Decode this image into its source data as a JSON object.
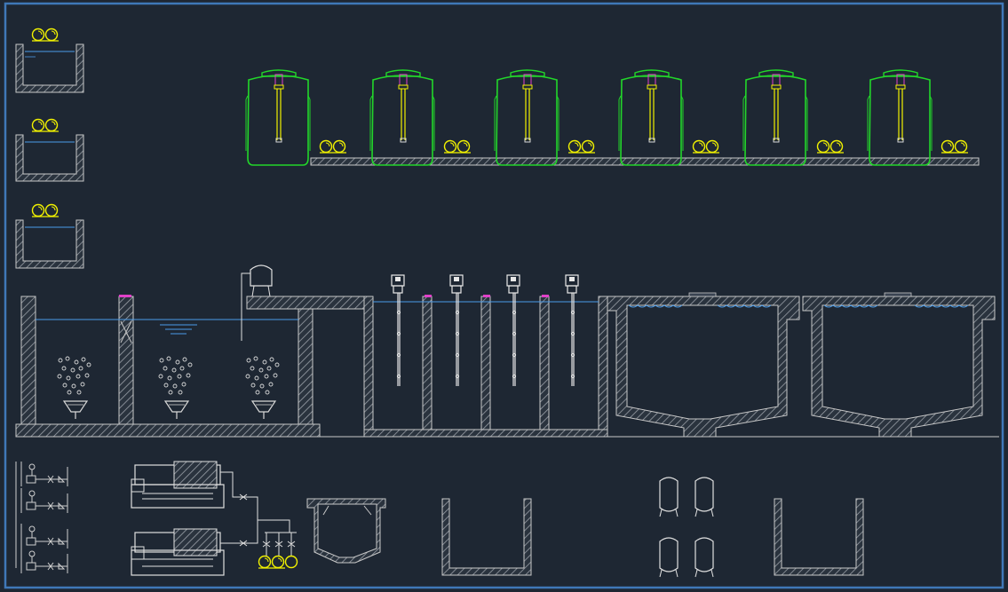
{
  "drawing": {
    "kind": "CAD process diagram",
    "colors": {
      "background": "#1e2733",
      "frame": "#3f78b8",
      "wall": "#c8c8c8",
      "hatch": "#8a8f96",
      "tank_outline": "#22d62a",
      "pump": "#f2f200",
      "water_line": "#4a9be8",
      "marker": "#e040c8"
    },
    "icons": [
      "pump-icon",
      "mixer-motor-icon",
      "agitator-shaft-icon",
      "aeration-bubbles-icon",
      "diffuser-icon",
      "filter-press-icon",
      "valve-icon",
      "pressure-gauge-icon",
      "vessel-icon"
    ],
    "counts": {
      "storage_tanks": 6,
      "small_dosing_tanks": 3,
      "agitated_chambers": 4,
      "settling_hoppers": 2,
      "filter_presses": 2,
      "dosing_pump_stations": 4,
      "pressure_vessels": 4
    }
  }
}
